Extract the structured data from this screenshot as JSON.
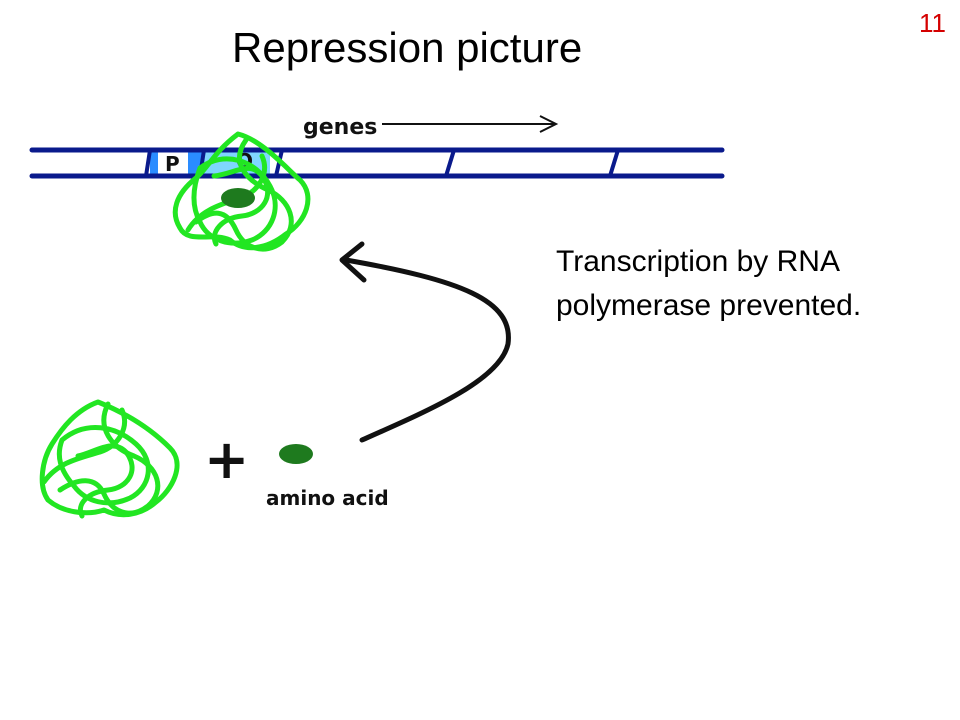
{
  "slide": {
    "number": "11",
    "title": "Repression picture"
  },
  "diagram": {
    "genes_label": "genes",
    "promoter_label": "P",
    "operator_label": "O",
    "amino_acid_label": "amino acid",
    "plus_sign": "+",
    "caption_line1": "Transcription by RNA",
    "caption_line2": "polymerase prevented."
  },
  "colors": {
    "dna": "#0a1a8c",
    "repressor": "#22e622",
    "amino_acid": "#1e7a1e",
    "promoter_box": "#2a8cff",
    "operator_box": "#7fd6ff",
    "arrow": "#111111",
    "slide_number": "#d40000"
  }
}
